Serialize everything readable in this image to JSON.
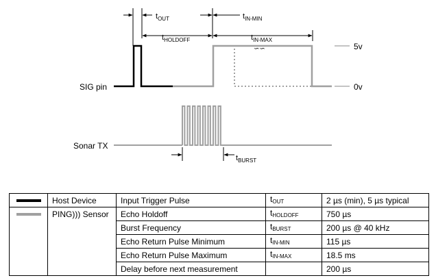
{
  "diagram": {
    "labels": {
      "t_out": {
        "t": "t",
        "sub": "OUT"
      },
      "t_holdoff": {
        "t": "t",
        "sub": "HOLDOFF"
      },
      "t_in_min": {
        "t": "t",
        "sub": "IN-MIN"
      },
      "t_in_max": {
        "t": "t",
        "sub": "IN-MAX"
      },
      "t_burst": {
        "t": "t",
        "sub": "BURST"
      },
      "v_high": "5v",
      "v_low": "0v",
      "sig_pin": "SIG pin",
      "sonar_tx": "Sonar TX",
      "break_mark": "∽∽"
    },
    "colors": {
      "host": "#000000",
      "sensor": "#a0a0a0"
    }
  },
  "table": {
    "legend": [
      {
        "name": "Host Device",
        "color": "#000000"
      },
      {
        "name": "PING))) Sensor",
        "color": "#a0a0a0"
      }
    ],
    "rows": [
      {
        "param": "Input Trigger Pulse",
        "sym": "t",
        "sub": "OUT",
        "value": "2 µs (min), 5 µs typical"
      },
      {
        "param": "Echo Holdoff",
        "sym": "t",
        "sub": "HOLDOFF",
        "value": "750 µs"
      },
      {
        "param": "Burst Frequency",
        "sym": "t",
        "sub": "BURST",
        "value": "200 µs @ 40 kHz"
      },
      {
        "param": "Echo Return Pulse Minimum",
        "sym": "t",
        "sub": "IN-MIN",
        "value": "115 µs"
      },
      {
        "param": "Echo Return Pulse Maximum",
        "sym": "t",
        "sub": "IN-MAX",
        "value": "18.5 ms"
      },
      {
        "param": "Delay before next measurement",
        "sym": "",
        "sub": "",
        "value": "200 µs"
      }
    ]
  }
}
